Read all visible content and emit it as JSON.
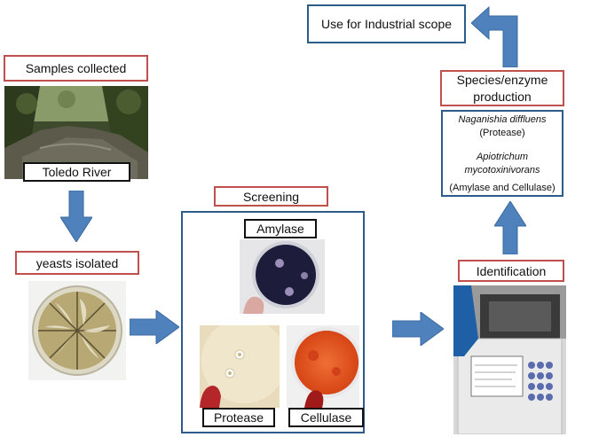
{
  "samples_collected": "Samples collected",
  "river_label": "Toledo River",
  "yeasts_isolated": "yeasts isolated",
  "screening": "Screening",
  "amylase": "Amylase",
  "protease": "Protease",
  "cellulase": "Cellulase",
  "identification": "Identification",
  "species_line1": "Species/enzyme",
  "species_line2": "production",
  "species1_name": "Naganishia diffluens",
  "species1_enzyme": "(Protease)",
  "species2_name": "Apiotrichum mycotoxinivorans",
  "species2_enzyme": "(Amylase and Cellulase)",
  "industrial": "Use for Industrial scope",
  "colors": {
    "arrow": "#4f81bd",
    "red_border": "#c0504d",
    "blue_border": "#2e5c8a"
  }
}
